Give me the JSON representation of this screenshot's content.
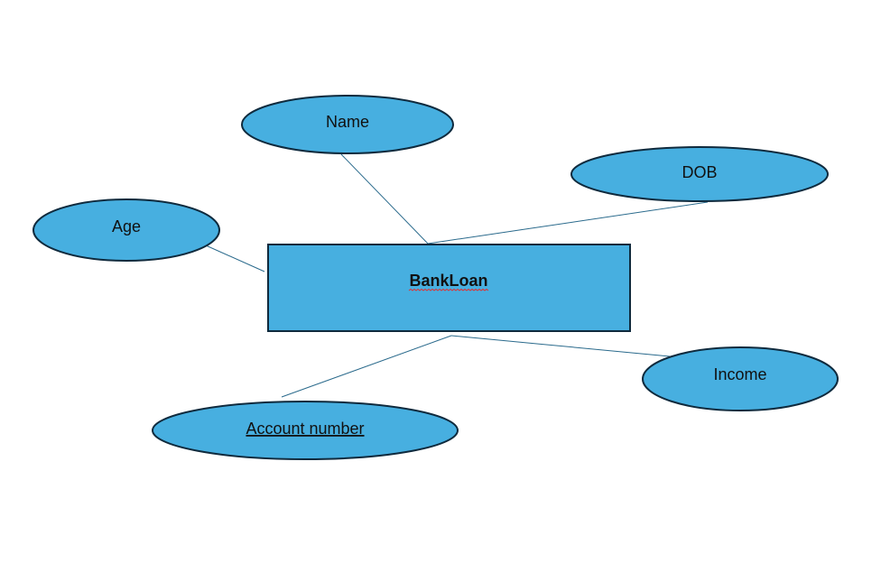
{
  "colors": {
    "shape_fill": "#47afe0",
    "outline": "#0f2a3d",
    "connector": "#2a6a8c",
    "spell_underline": "#e03030"
  },
  "entity": {
    "label": "BankLoan"
  },
  "attributes": {
    "name": {
      "label": "Name"
    },
    "dob": {
      "label": "DOB"
    },
    "age": {
      "label": "Age"
    },
    "income": {
      "label": "Income"
    },
    "account_number": {
      "label": "Account number",
      "is_key": true
    }
  }
}
